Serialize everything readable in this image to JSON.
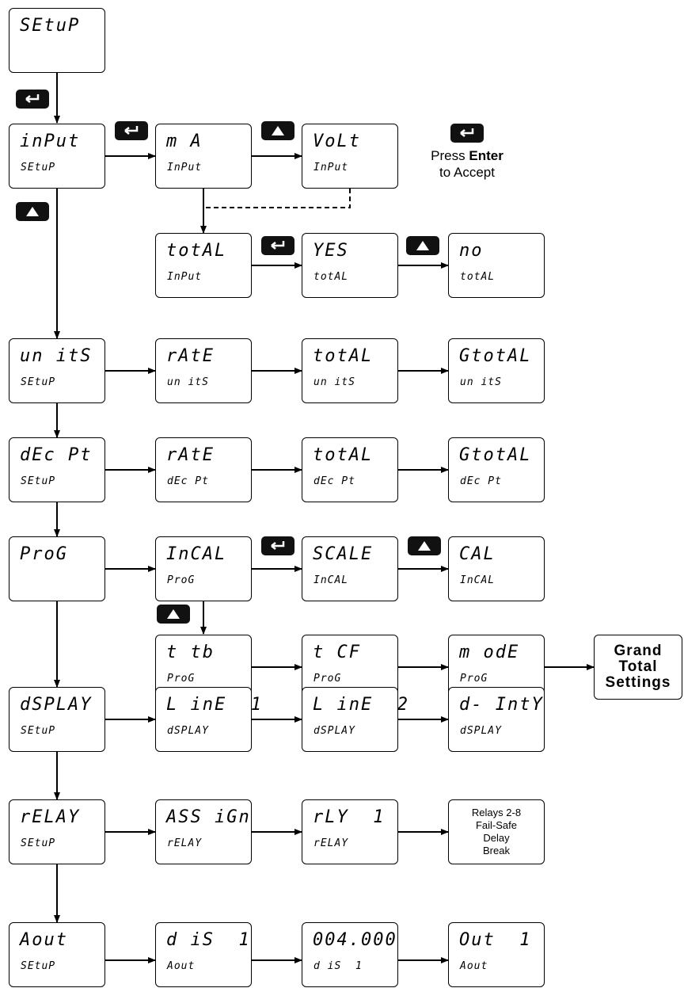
{
  "boxes": {
    "setup": {
      "top": "SEtuP",
      "bottom": ""
    },
    "input": {
      "top": "inPut",
      "bottom": "SEtuP"
    },
    "ma": {
      "top": "m A",
      "bottom": "InPut"
    },
    "volt": {
      "top": "VoLt",
      "bottom": "InPut"
    },
    "total": {
      "top": "totAL",
      "bottom": "InPut"
    },
    "yes": {
      "top": "YES",
      "bottom": "totAL"
    },
    "no": {
      "top": "no",
      "bottom": "totAL"
    },
    "units": {
      "top": "un itS",
      "bottom": "SEtuP"
    },
    "units_rate": {
      "top": "rAtE",
      "bottom": "un itS"
    },
    "units_total": {
      "top": "totAL",
      "bottom": "un itS"
    },
    "units_gtotal": {
      "top": "GtotAL",
      "bottom": "un itS"
    },
    "decpt": {
      "top": "dEc Pt",
      "bottom": "SEtuP"
    },
    "decpt_rate": {
      "top": "rAtE",
      "bottom": "dEc Pt"
    },
    "decpt_total": {
      "top": "totAL",
      "bottom": "dEc Pt"
    },
    "decpt_gtotal": {
      "top": "GtotAL",
      "bottom": "dEc Pt"
    },
    "prog": {
      "top": "ProG",
      "bottom": ""
    },
    "incal": {
      "top": "InCAL",
      "bottom": "ProG"
    },
    "scale": {
      "top": "SCALE",
      "bottom": "InCAL"
    },
    "cal": {
      "top": "CAL",
      "bottom": "InCAL"
    },
    "ttb": {
      "top": "t tb",
      "bottom": "ProG"
    },
    "tcf": {
      "top": "t CF",
      "bottom": "ProG"
    },
    "mode": {
      "top": "m odE",
      "bottom": "ProG"
    },
    "dsplay": {
      "top": "dSPLAY",
      "bottom": "SEtuP"
    },
    "line1": {
      "top": "L inE  1",
      "bottom": "dSPLAY"
    },
    "line2": {
      "top": "L inE  2",
      "bottom": "dSPLAY"
    },
    "dinty": {
      "top": "d- IntY",
      "bottom": "dSPLAY"
    },
    "relay": {
      "top": "rELAY",
      "bottom": "SEtuP"
    },
    "assign": {
      "top": "ASS iGn",
      "bottom": "rELAY"
    },
    "rly1": {
      "top": "rLY  1",
      "bottom": "rELAY"
    },
    "aout": {
      "top": "Aout",
      "bottom": "SEtuP"
    },
    "dis1": {
      "top": "d iS  1",
      "bottom": "Aout"
    },
    "val": {
      "top": "004.000",
      "bottom": "d iS  1"
    },
    "out1": {
      "top": "Out  1",
      "bottom": "Aout"
    }
  },
  "grand_total": {
    "line1": "Grand",
    "line2": "Total",
    "line3": "Settings"
  },
  "relays_box": {
    "line1": "Relays 2-8",
    "line2": "Fail-Safe",
    "line3": "Delay",
    "line4": "Break"
  },
  "legend": {
    "line1_prefix": "Press ",
    "line1_bold": "Enter",
    "line2": "to Accept"
  },
  "keys": {
    "enter": "enter-key",
    "up": "up-arrow-key"
  },
  "colors": {
    "line": "#000000",
    "key_bg": "#111111",
    "key_glyph": "#ffffff"
  }
}
